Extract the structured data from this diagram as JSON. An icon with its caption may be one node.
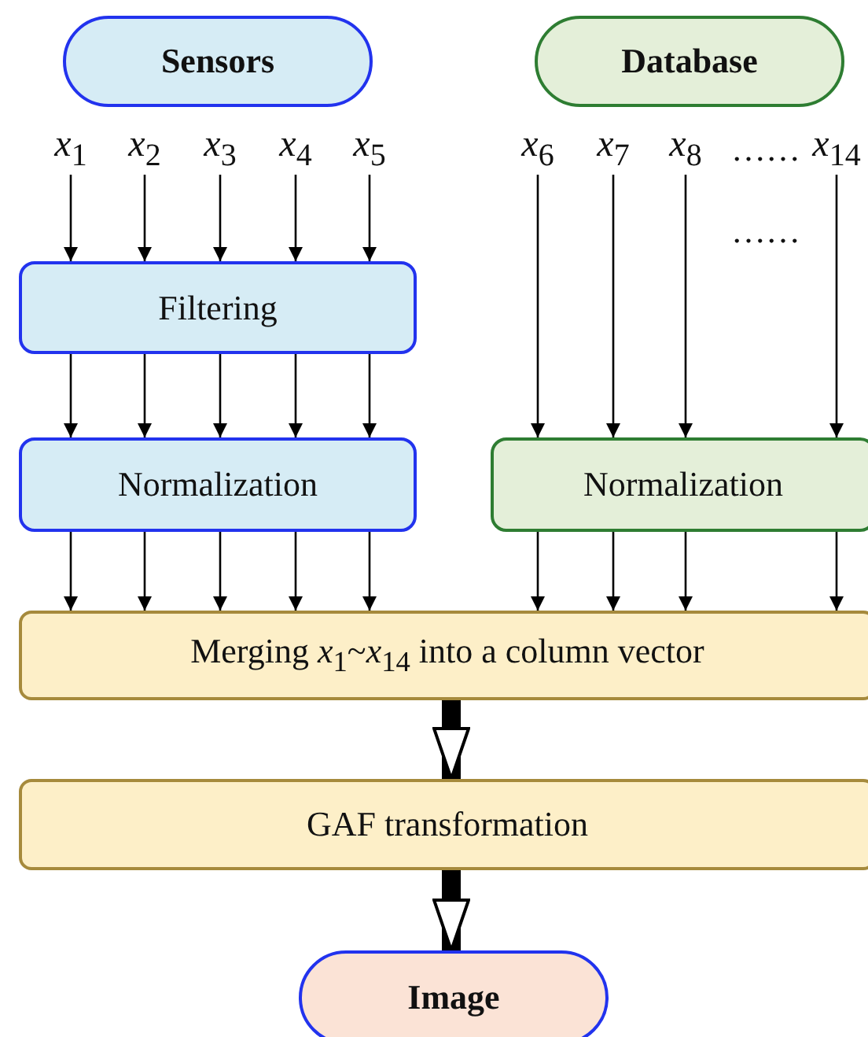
{
  "diagram": {
    "nodes": [
      {
        "text": [
          "Sensors"
        ]
      },
      {
        "text": [
          "Database"
        ]
      },
      {
        "text": [
          "*x*$_{1}$"
        ]
      },
      {
        "text": [
          "*x*$_{2}$"
        ]
      },
      {
        "text": [
          "*x*$_{3}$"
        ]
      },
      {
        "text": [
          "*x*$_{4}$"
        ]
      },
      {
        "text": [
          "*x*$_{5}$"
        ]
      },
      {
        "text": [
          "*x*$_{6}$"
        ]
      },
      {
        "text": [
          "*x*$_{7}$"
        ]
      },
      {
        "text": [
          "*x*$_{8}$"
        ]
      },
      {
        "text": [
          "*x*$_{14}$"
        ]
      },
      {
        "text": [
          "Filtering"
        ]
      },
      {
        "text": [
          "Normalization"
        ]
      },
      {
        "text": [
          "Normalization"
        ]
      },
      {
        "text": [
          "Merging *x*$_{1}$~*x*$_{14}$ into a column vector"
        ]
      },
      {
        "text": [
          "GAF transformation"
        ]
      },
      {
        "text": [
          "Image"
        ]
      }
    ],
    "edges": [
      {
        "from": 2,
        "to": 11,
        "arrow": "to"
      },
      {
        "from": 3,
        "to": 11,
        "arrow": "to"
      },
      {
        "from": 4,
        "to": 11,
        "arrow": "to"
      },
      {
        "from": 5,
        "to": 11,
        "arrow": "to"
      },
      {
        "from": 6,
        "to": 11,
        "arrow": "to"
      },
      {
        "from": 11,
        "to": 12,
        "arrow": "to"
      },
      {
        "from": 11,
        "to": 12,
        "arrow": "to"
      },
      {
        "from": 11,
        "to": 12,
        "arrow": "to"
      },
      {
        "from": 11,
        "to": 12,
        "arrow": "to"
      },
      {
        "from": 11,
        "to": 12,
        "arrow": "to"
      },
      {
        "from": 7,
        "to": 13,
        "arrow": "to"
      },
      {
        "from": 8,
        "to": 13,
        "arrow": "to"
      },
      {
        "from": 9,
        "to": 13,
        "arrow": "to"
      },
      {
        "from": 10,
        "to": 13,
        "arrow": "to"
      },
      {
        "from": 12,
        "to": 14,
        "arrow": "to"
      },
      {
        "from": 12,
        "to": 14,
        "arrow": "to"
      },
      {
        "from": 12,
        "to": 14,
        "arrow": "to"
      },
      {
        "from": 12,
        "to": 14,
        "arrow": "to"
      },
      {
        "from": 12,
        "to": 14,
        "arrow": "to"
      },
      {
        "from": 13,
        "to": 14,
        "arrow": "to"
      },
      {
        "from": 13,
        "to": 14,
        "arrow": "to"
      },
      {
        "from": 13,
        "to": 14,
        "arrow": "to"
      },
      {
        "from": 13,
        "to": 14,
        "arrow": "to"
      },
      {
        "from": 14,
        "to": 15,
        "arrow": "to",
        "style": "thick"
      },
      {
        "from": 15,
        "to": 16,
        "arrow": "to",
        "style": "thick"
      }
    ],
    "labels": [
      "……",
      "……"
    ]
  }
}
